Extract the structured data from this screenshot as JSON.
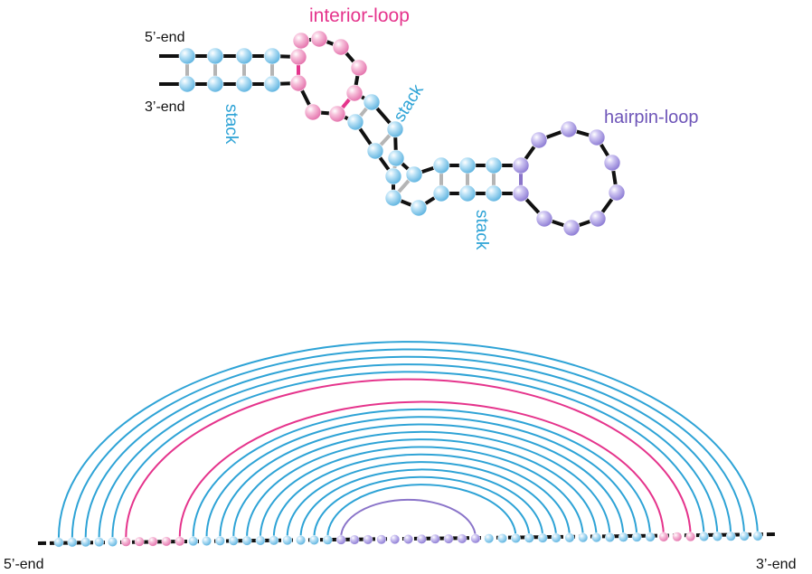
{
  "colors": {
    "stack": "#2ea3d6",
    "interior": "#e5348c",
    "hairpin": "#8a74c9",
    "backbone": "#111111",
    "pair_line": "#b5b5b5",
    "bead_stack": "#9fd3ef",
    "bead_interior": "#f29ec8",
    "bead_hairpin": "#b3a6e6"
  },
  "top": {
    "label_5end": "5’-end",
    "label_3end": "3’-end",
    "label_interior": "interior-loop",
    "label_stack_1": "stack",
    "label_stack_2": "stack",
    "label_stack_3": "stack",
    "label_hairpin": "hairpin-loop"
  },
  "bottom": {
    "label_5end": "5’-end",
    "label_3end": "3’-end",
    "bead_types": [
      "s",
      "s",
      "s",
      "s",
      "s",
      "i",
      "i",
      "i",
      "i",
      "i",
      "s",
      "s",
      "s",
      "s",
      "s",
      "s",
      "s",
      "s",
      "s",
      "s",
      "s",
      "h",
      "h",
      "h",
      "h",
      "h",
      "h",
      "h",
      "h",
      "h",
      "h",
      "h",
      "s",
      "s",
      "s",
      "s",
      "s",
      "s",
      "s",
      "s",
      "s",
      "s",
      "s",
      "s",
      "s",
      "i",
      "i",
      "i",
      "s",
      "s",
      "s",
      "s",
      "s"
    ],
    "arcs": [
      {
        "from": 0,
        "to": 52,
        "kind": "stack"
      },
      {
        "from": 1,
        "to": 51,
        "kind": "stack"
      },
      {
        "from": 2,
        "to": 50,
        "kind": "stack"
      },
      {
        "from": 3,
        "to": 49,
        "kind": "stack"
      },
      {
        "from": 4,
        "to": 48,
        "kind": "stack"
      },
      {
        "from": 5,
        "to": 47,
        "kind": "interior"
      },
      {
        "from": 9,
        "to": 45,
        "kind": "interior"
      },
      {
        "from": 10,
        "to": 44,
        "kind": "stack"
      },
      {
        "from": 11,
        "to": 43,
        "kind": "stack"
      },
      {
        "from": 12,
        "to": 42,
        "kind": "stack"
      },
      {
        "from": 13,
        "to": 41,
        "kind": "stack"
      },
      {
        "from": 14,
        "to": 40,
        "kind": "stack"
      },
      {
        "from": 15,
        "to": 39,
        "kind": "stack"
      },
      {
        "from": 16,
        "to": 38,
        "kind": "stack"
      },
      {
        "from": 17,
        "to": 37,
        "kind": "stack"
      },
      {
        "from": 18,
        "to": 36,
        "kind": "stack"
      },
      {
        "from": 19,
        "to": 35,
        "kind": "stack"
      },
      {
        "from": 20,
        "to": 34,
        "kind": "stack"
      },
      {
        "from": 21,
        "to": 31,
        "kind": "hairpin"
      }
    ]
  }
}
